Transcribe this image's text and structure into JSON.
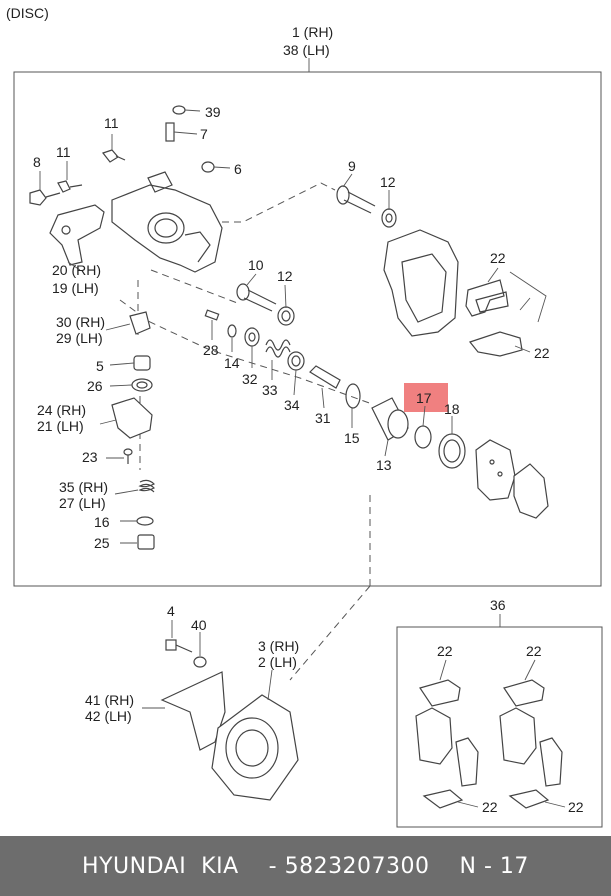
{
  "header": {
    "title": "(DISC)"
  },
  "assembly": {
    "label_rh": "1 (RH)",
    "label_lh": "38 (LH)"
  },
  "labels": {
    "p39": "39",
    "p7": "7",
    "p11a": "11",
    "p11b": "11",
    "p8": "8",
    "p6": "6",
    "p20": "20 (RH)",
    "p19": "19 (LH)",
    "p9": "9",
    "p12a": "12",
    "p10": "10",
    "p12b": "12",
    "p22a": "22",
    "p22b": "22",
    "p30": "30 (RH)",
    "p29": "29 (LH)",
    "p5": "5",
    "p26": "26",
    "p28": "28",
    "p14": "14",
    "p32": "32",
    "p33": "33",
    "p34": "34",
    "p31": "31",
    "p15": "15",
    "p13": "13",
    "p17": "17",
    "p18": "18",
    "p24": "24 (RH)",
    "p21": "21 (LH)",
    "p23": "23",
    "p35": "35 (RH)",
    "p27": "27 (LH)",
    "p16": "16",
    "p25": "25",
    "p4": "4",
    "p40": "40",
    "p3": "3 (RH)",
    "p2": "2 (LH)",
    "p41": "41 (RH)",
    "p42": "42 (LH)",
    "p36": "36",
    "p22c": "22",
    "p22d": "22",
    "p22e": "22",
    "p22f": "22"
  },
  "highlight": {
    "part": "17",
    "color": "#f08080"
  },
  "footer": {
    "brand": "HYUNDAI  KIA",
    "part_number": "- 5823207300",
    "page": "N - 17"
  }
}
